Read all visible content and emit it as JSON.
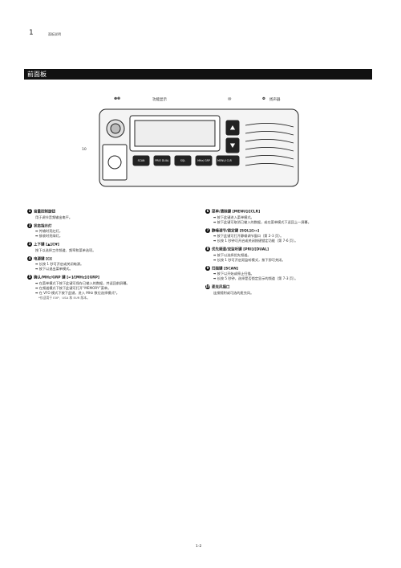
{
  "chapter": {
    "number": "1",
    "name": "面板说明"
  },
  "section_title": "前面板",
  "callouts": {
    "one_two": "❶❷",
    "display": "功能显示",
    "mic_icon": "@",
    "speaker_num": "❹",
    "speaker": "扬声器",
    "ten": "10"
  },
  "radio": {
    "keys": [
      "SCAN",
      "PRIO DUAL",
      "SQL",
      "MHz/ GRP",
      "MENU/ CLR"
    ]
  },
  "items_left": [
    {
      "num": "1",
      "title": "音量控制旋钮",
      "lines": [
        {
          "t": "用于调节音频输出电平。",
          "a": false
        }
      ]
    },
    {
      "num": "2",
      "title": "状态指示灯",
      "lines": [
        {
          "t": "传输时亮红灯。",
          "a": true
        },
        {
          "t": "接收时亮绿灯。",
          "a": true
        }
      ]
    },
    {
      "num": "3",
      "title": "上下键 [▲]/[▼]",
      "lines": [
        {
          "t": "按下以选择工作频道、频率和菜单选项。",
          "a": false
        }
      ]
    },
    {
      "num": "4",
      "title": "电源键 [⏻]",
      "lines": [
        {
          "t": "长按 1 秒可开启或关闭电源。",
          "a": true
        },
        {
          "t": "按下以退出菜单模式。",
          "a": true
        }
      ]
    },
    {
      "num": "5",
      "title": "确认/MHz/GRP 键 [↵]/[MHz]/[GRP]",
      "lines": [
        {
          "t": "在菜单模式下按下此键可保存已输入的数据，并返回前屏幕。",
          "a": true
        },
        {
          "t": "在频道模式下按下此键可打开“MEMORY”菜单。",
          "a": true
        },
        {
          "t": "在 VFO 模式下按下此键，进入 MHz 数位选择模式*。",
          "a": true
        }
      ],
      "note": "*仅适用于 EXP、USA 和 EUR 版本。"
    }
  ],
  "items_right": [
    {
      "num": "6",
      "title": "菜单/清除键 [MENU]/[CLR]",
      "lines": [
        {
          "t": "按下此键进入菜单模式。",
          "a": true
        },
        {
          "t": "按下此键可取消已输入的数据，或在菜单模式下返回上一屏幕。",
          "a": true
        }
      ]
    },
    {
      "num": "7",
      "title": "静噪调节/锁定键 [SQL]/[⊶]",
      "lines": [
        {
          "t": "按下此键可打开静噪调节窗口（第 2-3 页）。",
          "a": true
        },
        {
          "t": "长按 1 秒钟可开启或关闭按键锁定功能（第 7-6 页）。",
          "a": true
        }
      ]
    },
    {
      "num": "8",
      "title": "优先频道/双监听键 [PRI]/[DUAL]",
      "lines": [
        {
          "t": "按下以选择优先频道。",
          "a": true
        },
        {
          "t": "长按 1 秒可开启双监听模式，按下即可关闭。",
          "a": true
        }
      ]
    },
    {
      "num": "9",
      "title": "扫描键 [SCAN]",
      "lines": [
        {
          "t": "按下以开始或停止扫描。",
          "a": true
        },
        {
          "t": "长按 5 秒钟，选择是否锁定显示的频道（第 7-3 页）。",
          "a": true
        }
      ]
    },
    {
      "num": "10",
      "title": "麦克风插口",
      "lines": [
        {
          "t": "连接随附或可选的麦克风。",
          "a": false
        }
      ]
    }
  ],
  "page_number": "1-2"
}
